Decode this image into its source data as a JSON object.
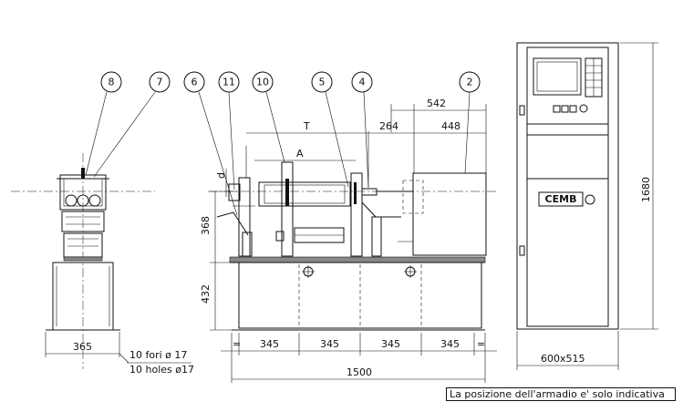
{
  "callouts": [
    "8",
    "7",
    "6",
    "11",
    "10",
    "5",
    "4",
    "2"
  ],
  "dimensions": {
    "t": "T",
    "a": "A",
    "d": "d",
    "d264": "264",
    "d448": "448",
    "d542": "542",
    "d368": "368",
    "d432": "432",
    "d365": "365",
    "d345": "345",
    "d1500": "1500",
    "d1680": "1680",
    "d600x515": "600x515"
  },
  "holes_note": {
    "line1": "10 fori ø 17",
    "line2": "10 holes ø17"
  },
  "cabinet": {
    "logo": "CEMB"
  },
  "note": "La posizione dell'armadio e' solo indicativa"
}
